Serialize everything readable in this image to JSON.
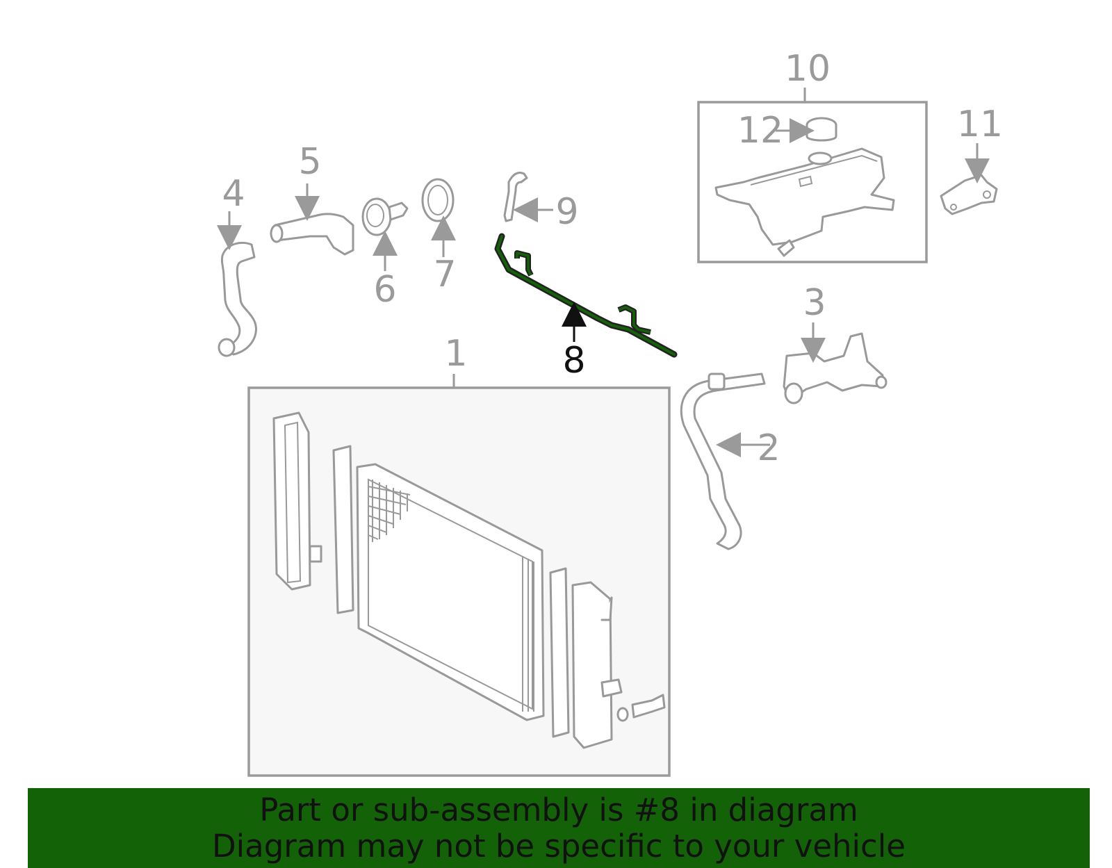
{
  "diagram": {
    "callouts": [
      {
        "id": "1",
        "label": "1"
      },
      {
        "id": "2",
        "label": "2"
      },
      {
        "id": "3",
        "label": "3"
      },
      {
        "id": "4",
        "label": "4"
      },
      {
        "id": "5",
        "label": "5"
      },
      {
        "id": "6",
        "label": "6"
      },
      {
        "id": "7",
        "label": "7"
      },
      {
        "id": "8",
        "label": "8"
      },
      {
        "id": "9",
        "label": "9"
      },
      {
        "id": "10",
        "label": "10"
      },
      {
        "id": "11",
        "label": "11"
      },
      {
        "id": "12",
        "label": "12"
      }
    ],
    "highlighted_part": "8",
    "colors": {
      "line": "#999999",
      "highlight_part": "#136208",
      "box_fill": "#f7f7f7",
      "banner": "#136208"
    }
  },
  "banner": {
    "line1": "Part or sub-assembly is #8 in diagram",
    "line2": "Diagram may not be specific to your vehicle"
  }
}
